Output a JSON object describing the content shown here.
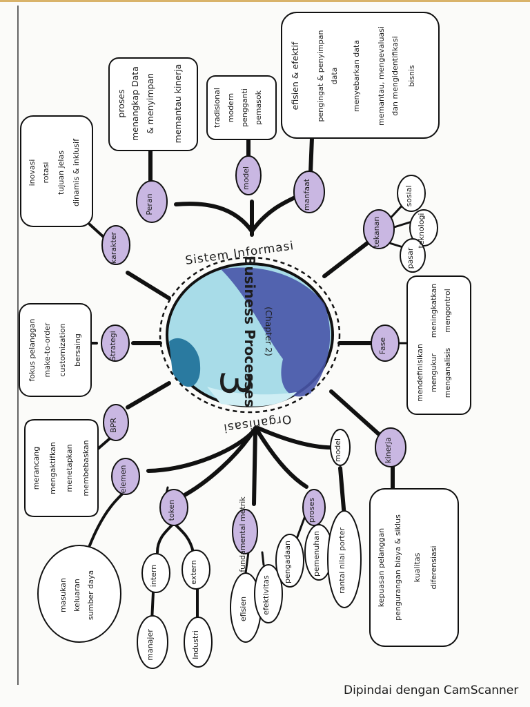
{
  "center": {
    "top_label": "Sistem Informasi",
    "bottom_label": "Organisasi",
    "main": "Business Processes",
    "sub": "(Chapter 2)",
    "big_glyph": "3"
  },
  "branches": {
    "peran": {
      "label": "Peran",
      "items": [
        "proses",
        "menangkap Data",
        "& menyimpan",
        "memantau kinerja"
      ]
    },
    "model_top": {
      "label": "model",
      "items": [
        "tradisional",
        "modern",
        "pengganti",
        "pemasok"
      ]
    },
    "manfaat": {
      "label": "manfaat",
      "items": [
        "efisien & efektif",
        "pengingat & penyimpan",
        "data",
        "menyebarkan data",
        "memantau, mengevaluasi",
        "dan mengidentifikasi",
        "bisnis"
      ]
    },
    "tekanan": {
      "label": "tekanan",
      "items": [
        "sosial",
        "teknologi",
        "pasar"
      ]
    },
    "fase": {
      "label": "Fase",
      "items": [
        "mendefinisikan",
        "mengukur",
        "menganalisis",
        "meningkatkan",
        "mengontrol"
      ]
    },
    "kinerja": {
      "label": "kinerja",
      "items": [
        "kepuasan pelanggan",
        "pengurangan biaya & siklus",
        "kualitas",
        "diferensiasi"
      ]
    },
    "model_bot": {
      "label": "model",
      "items": [
        "rantai nilai porter"
      ]
    },
    "proses": {
      "label": "proses",
      "items": [
        "pengadaan",
        "pemenuhan"
      ]
    },
    "fundamental": {
      "label": "fundamental metrik",
      "items": [
        "efisien",
        "efektivitas"
      ]
    },
    "token": {
      "label": "token",
      "items": [
        "intern",
        "extern",
        "manajer",
        "Industri"
      ]
    },
    "elemen": {
      "label": "elemen",
      "items": [
        "masukan",
        "keluaran",
        "sumber daya"
      ]
    },
    "bpr": {
      "label": "BPR",
      "items": [
        "merancang",
        "mengaktifkan",
        "menetapkan",
        "membebaskan"
      ]
    },
    "strategi": {
      "label": "Strategi",
      "items": [
        "fokus pelanggan",
        "make-to-order",
        "customization",
        "bersaing"
      ]
    },
    "karakter": {
      "label": "karakter",
      "items": [
        "inovasi",
        "rotasi",
        "tujuan jelas",
        "dinamis & inklusif"
      ]
    }
  },
  "footer": {
    "text": "Dipindai dengan CamScanner"
  },
  "colors": {
    "ink": "#111111",
    "purple": "#b49fd2",
    "ocean_dark": "#4855a8",
    "ocean_light": "#a8dce8",
    "land": "#2a7aa0",
    "paper": "#fbfbf9"
  }
}
